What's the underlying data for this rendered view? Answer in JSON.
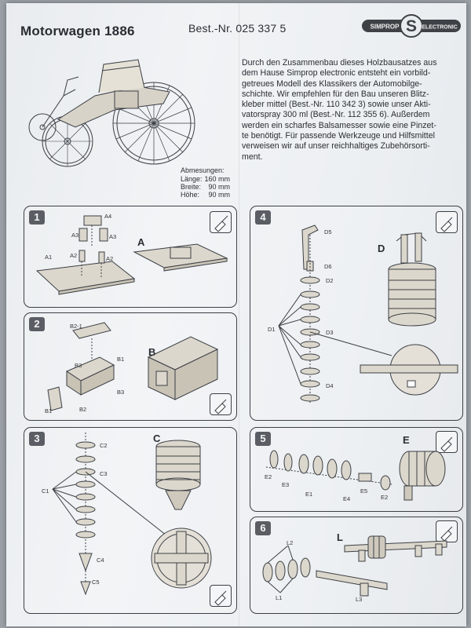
{
  "header": {
    "title": "Motorwagen 1886",
    "order_number": "Best.-Nr. 025 337 5",
    "brand_left": "SIMPROP",
    "brand_right": "ELECTRONIC",
    "brand_mark": "S"
  },
  "intro_text": "Durch den Zusammenbau dieses Holzbausatzes aus\ndem Hause Simprop electronic entsteht ein vorbild-\ngetreues Modell des Klassikers der Automobilge-\nschichte. Wir empfehlen für den Bau unseren Blitz-\nkleber mittel (Best.-Nr. 110 342 3) sowie unser Akti-\nvatorspray 300 ml (Best.-Nr. 112 355 6). Außerdem\nwerden ein scharfes Balsamesser sowie eine Pinzet-\nte benötigt. Für passende Werkzeuge und Hilfsmittel\nverweisen wir auf unser reichhaltiges Zubehörsorti-\nment.",
  "dimensions": {
    "heading": "Abmesungen:",
    "rows": [
      {
        "label": "Länge:",
        "value": "160 mm"
      },
      {
        "label": "Breite:",
        "value": "90 mm"
      },
      {
        "label": "Höhe:",
        "value": "90 mm"
      }
    ]
  },
  "steps": [
    {
      "number": "1",
      "result": "A",
      "parts": [
        "A4",
        "A3",
        "A3",
        "A2",
        "A2",
        "A1"
      ]
    },
    {
      "number": "2",
      "result": "B",
      "parts": [
        "B2-1",
        "B1",
        "B3",
        "B3",
        "B1",
        "B2"
      ]
    },
    {
      "number": "3",
      "result": "C",
      "parts": [
        "C2",
        "C3",
        "C1",
        "C4",
        "C5"
      ]
    },
    {
      "number": "4",
      "result": "D",
      "parts": [
        "D5",
        "D6",
        "D2",
        "D1",
        "D3",
        "D4"
      ]
    },
    {
      "number": "5",
      "result": "E",
      "parts": [
        "E2",
        "E3",
        "E1",
        "E4",
        "E5",
        "E2"
      ]
    },
    {
      "number": "6",
      "result": "L",
      "parts": [
        "L2",
        "L1",
        "L3"
      ]
    }
  ],
  "icons": {
    "glue": "glue-bottle-icon"
  }
}
